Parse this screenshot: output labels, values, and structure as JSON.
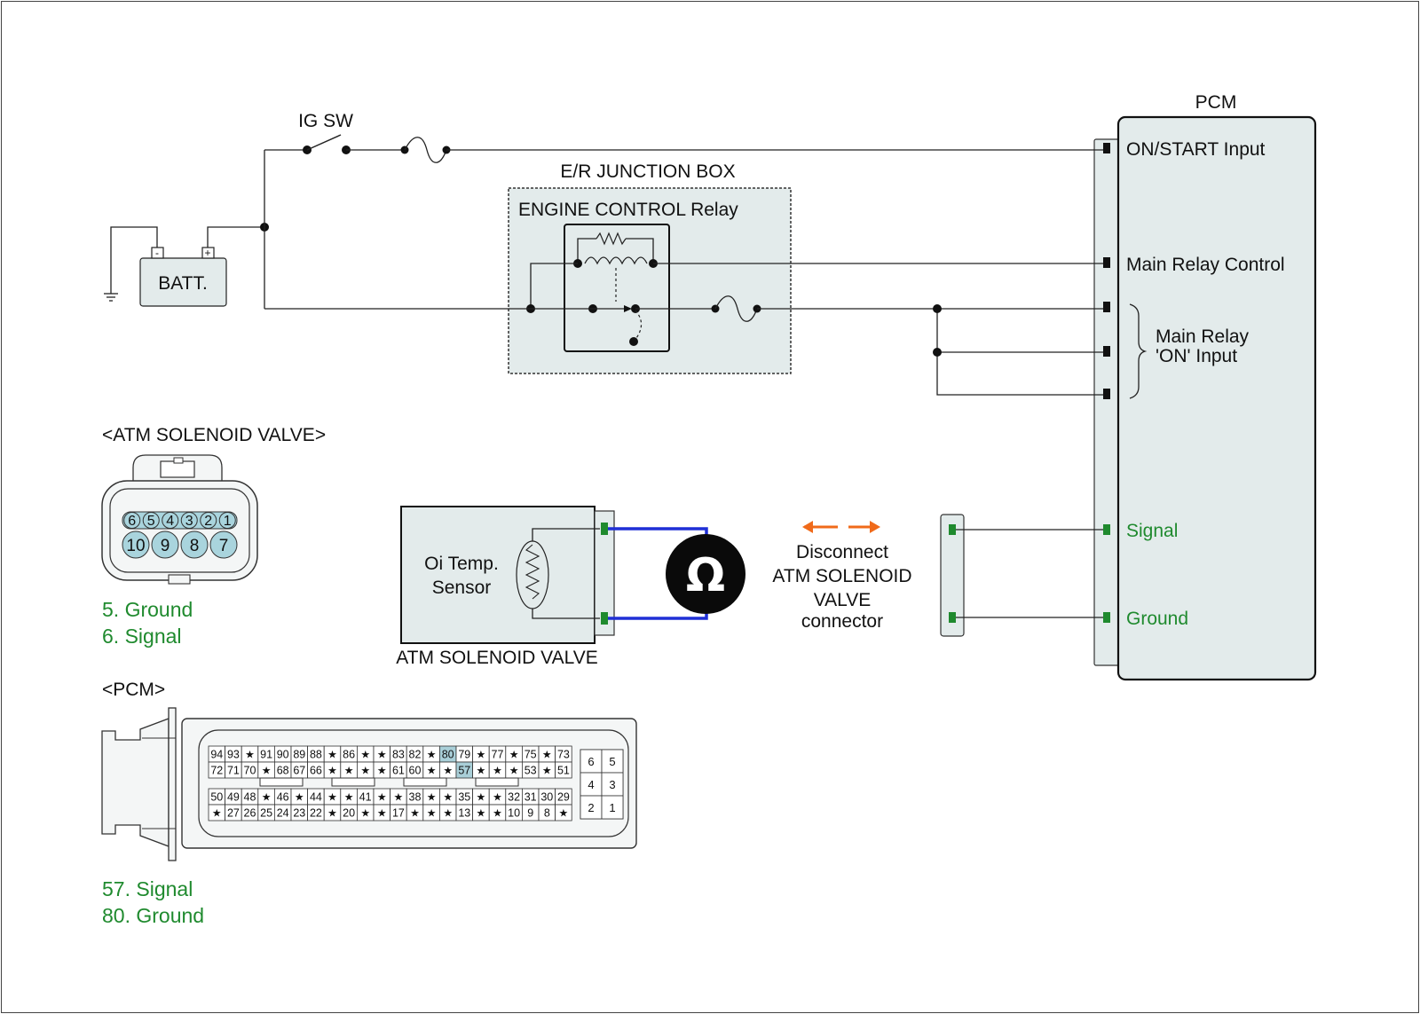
{
  "ig_sw": "IG SW",
  "batt": {
    "label": "BATT.",
    "neg": "-",
    "pos": "+"
  },
  "jbox": {
    "title": "E/R JUNCTION BOX",
    "relay": "ENGINE CONTROL Relay"
  },
  "pcm": {
    "title": "PCM",
    "on_start": "ON/START Input",
    "main_relay_control": "Main Relay Control",
    "main_relay_on_line1": "Main Relay",
    "main_relay_on_line2": "'ON' Input",
    "signal": "Signal",
    "ground": "Ground"
  },
  "atm_connector": {
    "title": "<ATM SOLENOID VALVE>",
    "top_pins": [
      "6",
      "5",
      "4",
      "3",
      "2",
      "1"
    ],
    "bottom_pins": [
      "10",
      "9",
      "8",
      "7"
    ],
    "legend": [
      "5. Ground",
      "6. Signal"
    ]
  },
  "sensor": {
    "line1": "Oi Temp.",
    "line2": "Sensor",
    "caption": "ATM SOLENOID VALVE"
  },
  "ohm_symbol": "Ω",
  "disconnect": {
    "line1": "Disconnect",
    "line2": "ATM SOLENOID",
    "line3": "VALVE",
    "line4": "connector"
  },
  "pcm_connector": {
    "title": "<PCM>",
    "rows": [
      [
        "94",
        "93",
        "★",
        "91",
        "90",
        "89",
        "88",
        "★",
        "86",
        "★",
        "★",
        "83",
        "82",
        "★",
        "80",
        "79",
        "★",
        "77",
        "★",
        "75",
        "★",
        "73"
      ],
      [
        "72",
        "71",
        "70",
        "★",
        "68",
        "67",
        "66",
        "★",
        "★",
        "★",
        "★",
        "61",
        "60",
        "★",
        "★",
        "57",
        "★",
        "★",
        "★",
        "53",
        "★",
        "51"
      ],
      [
        "50",
        "49",
        "48",
        "★",
        "46",
        "★",
        "44",
        "★",
        "★",
        "41",
        "★",
        "★",
        "38",
        "★",
        "★",
        "35",
        "★",
        "★",
        "32",
        "31",
        "30",
        "29"
      ],
      [
        "★",
        "27",
        "26",
        "25",
        "24",
        "23",
        "22",
        "★",
        "20",
        "★",
        "★",
        "17",
        "★",
        "★",
        "★",
        "13",
        "★",
        "★",
        "10",
        "9",
        "8",
        "★"
      ]
    ],
    "small_grid": [
      [
        "6",
        "5"
      ],
      [
        "4",
        "3"
      ],
      [
        "2",
        "1"
      ]
    ],
    "highlight": [
      "80",
      "57"
    ],
    "legend": [
      "57. Signal",
      "80. Ground"
    ]
  },
  "colors": {
    "panel": "#e3ebeb",
    "pin_blue": "#a9d4dd",
    "highlight": "#a9cfd8",
    "legend_green": "#1f8a2e",
    "probe_wire": "#1f2fd6",
    "arrow": "#f06a1a"
  }
}
